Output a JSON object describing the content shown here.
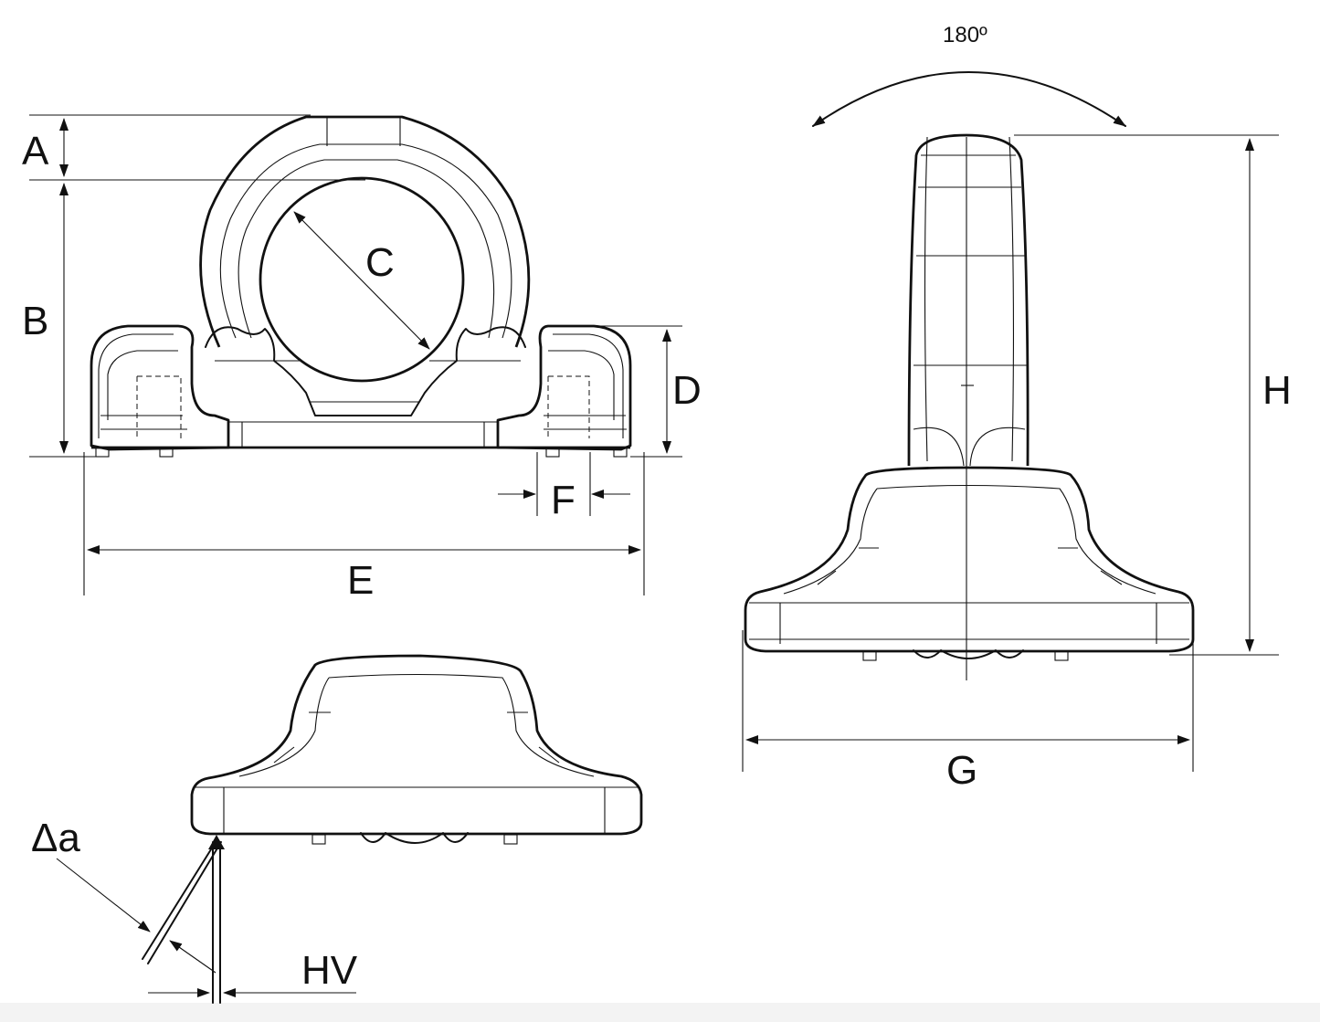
{
  "diagram": {
    "title": "Lifting point technical drawing",
    "labels": {
      "A": "A",
      "B": "B",
      "C": "C",
      "D": "D",
      "E": "E",
      "F": "F",
      "G": "G",
      "H": "H",
      "HV": "HV",
      "delta_a": "Δa",
      "rotation": "180º"
    }
  },
  "colors": {
    "line": "#111111",
    "background": "#ffffff"
  }
}
